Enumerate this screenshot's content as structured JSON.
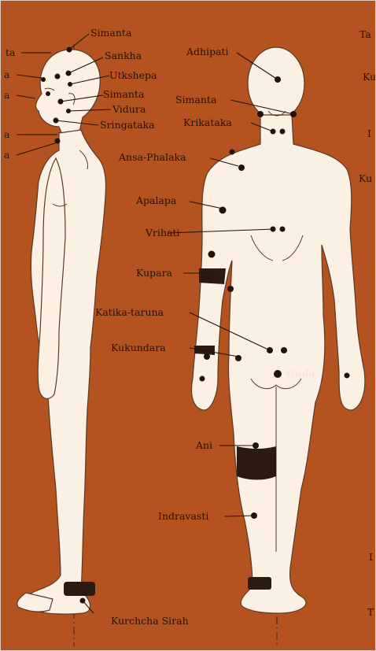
{
  "colors": {
    "background": "#b4531f",
    "skin": "#faf0e4",
    "ink": "#241206",
    "band": "#2a1a10",
    "dashline": "#3a2214"
  },
  "labels": {
    "simanta_top": "Simanta",
    "sankha": "Sankha",
    "utkshepa": "Utkshepa",
    "simanta_side": "Simanta",
    "vidura": "Vidura",
    "sringataka": "Sringataka",
    "adhipati": "Adhipati",
    "simanta_back": "Simanta",
    "krikataka": "Krikataka",
    "ansa_phalaka": "Ansa-Phalaka",
    "apalapa": "Apalapa",
    "vrihati": "Vrihati",
    "kupara": "Kupara",
    "katika_taruna": "Katika-taruna",
    "kukundara": "Kukundara",
    "guda": "Guda",
    "ani": "Ani",
    "indravasti": "Indravasti",
    "kurchcha_sirah": "Kurchcha Sirah"
  },
  "edge_fragments": {
    "left": [
      "ta",
      "a",
      "a",
      "a",
      "a"
    ],
    "right": [
      "Ta",
      "Ku",
      "I",
      "Ku",
      "I",
      "T"
    ]
  }
}
